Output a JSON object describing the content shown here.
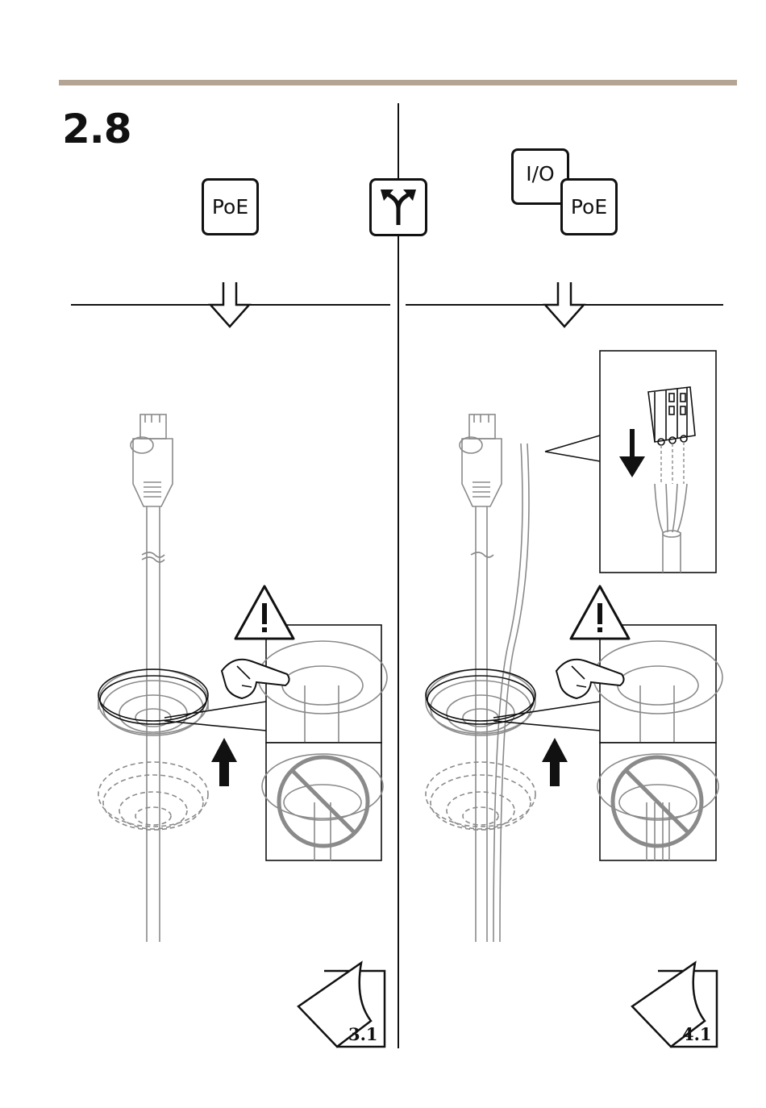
{
  "section": {
    "number": "2.8"
  },
  "left_option": {
    "badges": [
      "PoE"
    ],
    "continue_page": "3.1"
  },
  "right_option": {
    "badges": [
      "I/O",
      "PoE"
    ],
    "continue_page": "4.1"
  },
  "icons": {
    "branch": "branch-choice-icon",
    "warning": "warning-triangle-icon",
    "prohibited": "prohibited-circle-icon",
    "page_turn": "page-turn-icon"
  },
  "colors": {
    "rule": "#b3a494",
    "line": "#111111",
    "illustration": "#8a8a8a"
  }
}
